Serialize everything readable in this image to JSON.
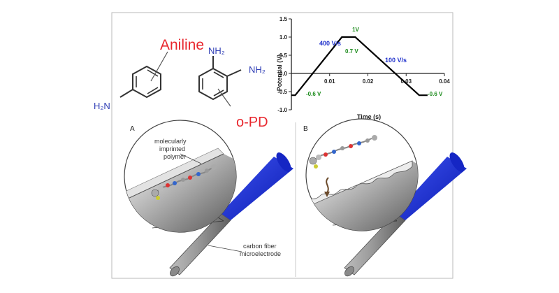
{
  "chemistry": {
    "aniline_name": "Aniline",
    "aniline_amine": "H₂N",
    "opd_name": "o-PD",
    "opd_amine_1": "NH₂",
    "opd_amine_2": "NH₂"
  },
  "chart_data": {
    "type": "line",
    "x": [
      0.0,
      0.001,
      0.0132,
      0.0149,
      0.0167,
      0.0334,
      0.0356
    ],
    "values": [
      -0.6,
      -0.6,
      1.0,
      1.0,
      1.0,
      -0.6,
      -0.6
    ],
    "xlabel": "Time (s)",
    "ylabel": "Potential (V)",
    "xlim": [
      0,
      0.04
    ],
    "ylim": [
      -1.0,
      1.5
    ],
    "xticks": [
      "0.01",
      "0.02",
      "0.03",
      "0.04"
    ],
    "yticks": [
      "-1.0",
      "-0.5",
      "0.0",
      "0.5",
      "1.0",
      "1.5"
    ],
    "grid": false,
    "annotations": {
      "peak": "1V",
      "slope_up": "400 V/s",
      "hold_start": "0.7 V",
      "slope_down": "100 V/s",
      "start": "-0.6 V",
      "end": "-0.6 V"
    },
    "colors": {
      "rate": "#2233cc",
      "voltage": "#1a8a1a",
      "trace": "#000000"
    }
  },
  "panel_a": {
    "letter": "A",
    "polymer_label": [
      "molecularly",
      "imprinted",
      "polymer"
    ],
    "fiber_label": [
      "carbon fiber",
      "microelectrode"
    ]
  },
  "panel_b": {
    "letter": "B"
  },
  "colors": {
    "highlight_red": "#e8262d",
    "amine_blue": "#2e3db5",
    "electrode_blue": "#1b2fd6",
    "fiber_gray": "#8c8c8c"
  }
}
